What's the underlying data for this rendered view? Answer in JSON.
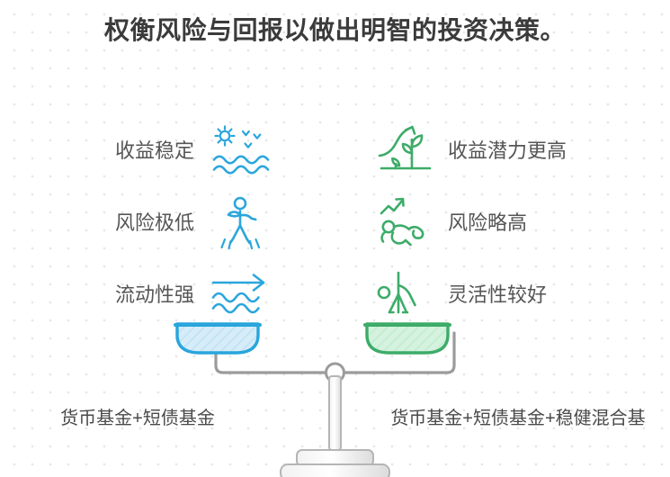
{
  "title": "权衡风险与回报以做出明智的投资决策。",
  "colors": {
    "blue": "#2BA6DC",
    "blue_pan_fill": "#CDEAF7",
    "blue_pan_stroke": "#29A5DC",
    "green": "#3DAC69",
    "green_pan_fill": "#CCF0D8",
    "green_pan_stroke": "#3DAC69",
    "title_text": "#3b3b3b",
    "body_text": "#555555",
    "caption_text": "#4a4a4a",
    "scale_gray": "#9b9b9b",
    "background": "#ffffff",
    "dot_grid": "#e6e6e6"
  },
  "left_column": {
    "side": "low-risk",
    "features": [
      {
        "label": "收益稳定",
        "icon": "sun-birds-waves-icon"
      },
      {
        "label": "风险极低",
        "icon": "walking-person-icon"
      },
      {
        "label": "流动性强",
        "icon": "arrow-over-waves-icon"
      }
    ],
    "caption": "货币基金+短债基金"
  },
  "right_column": {
    "side": "higher-risk",
    "features": [
      {
        "label": "收益潜力更高",
        "icon": "growing-sprout-icon"
      },
      {
        "label": "风险略高",
        "icon": "climbing-person-trend-icon"
      },
      {
        "label": "灵活性较好",
        "icon": "stretching-person-icon"
      }
    ],
    "caption": "货币基金+短债基金+稳健混合基"
  },
  "scale": {
    "left_pan": "blue-pan",
    "right_pan": "green-pan",
    "pivot": "pivot-joint",
    "stand": "scale-stand"
  }
}
